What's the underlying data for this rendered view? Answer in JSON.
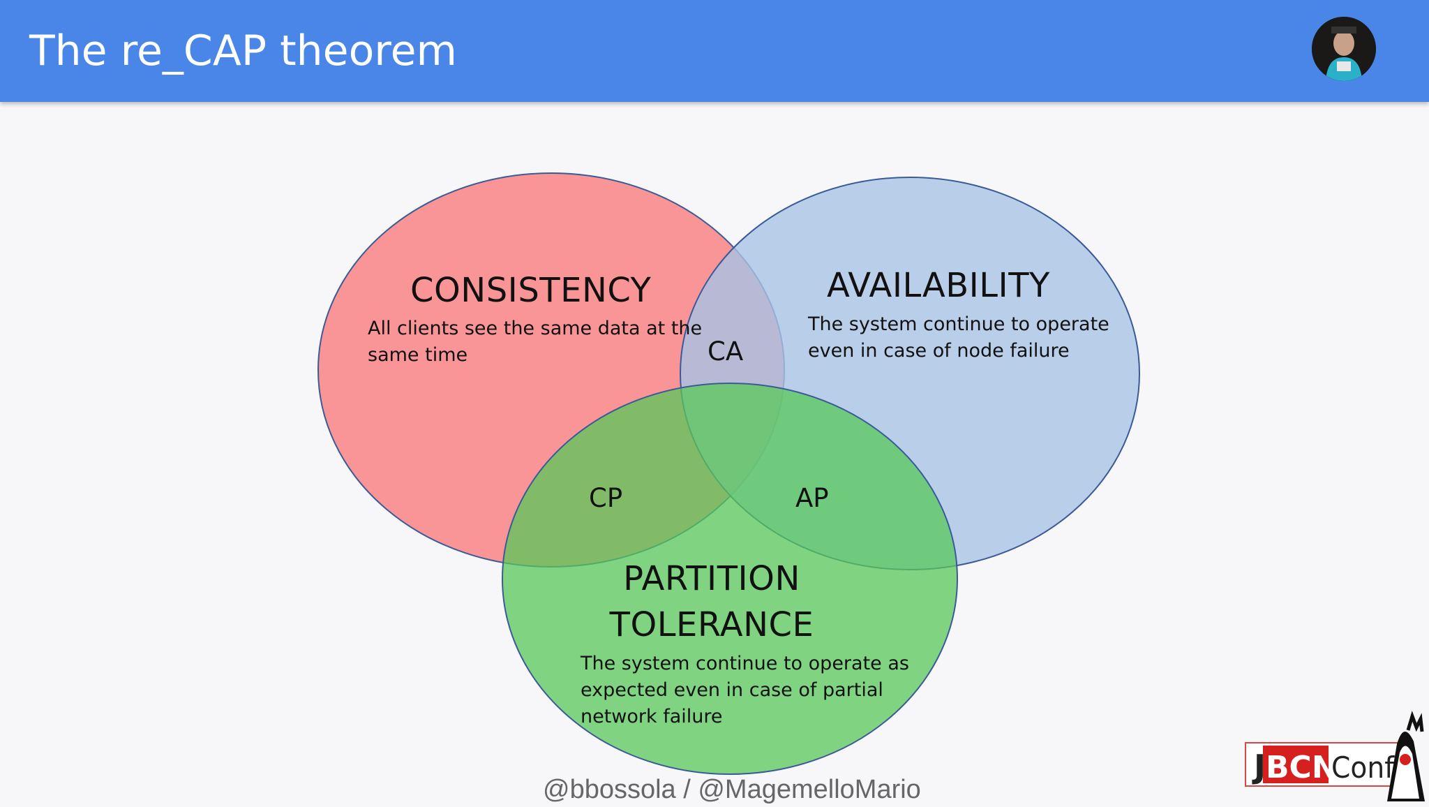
{
  "slide": {
    "title": "The re_CAP theorem",
    "credit": "@bbossola / @MagemelloMario"
  },
  "diagram": {
    "sets": [
      {
        "name": "CONSISTENCY",
        "description_lines": [
          "All clients see the same data at the",
          "same time"
        ],
        "color": "#f8888a"
      },
      {
        "name": "AVAILABILITY",
        "description_lines": [
          "The system continue to operate",
          "even in case of node failure"
        ],
        "color": "#a9c4e6"
      },
      {
        "name_lines": [
          "PARTITION",
          "TOLERANCE"
        ],
        "description_lines": [
          "The system continue to operate as",
          "expected even in case of partial",
          "network failure"
        ],
        "color": "#6fd06f"
      }
    ],
    "intersections": {
      "ca": "CA",
      "cp": "CP",
      "ap": "AP"
    }
  },
  "logo": {
    "j": "J",
    "bcn": "BCN",
    "conf": "Conf"
  },
  "colors": {
    "header": "#4a86e8",
    "outline": "#3a5a98"
  }
}
